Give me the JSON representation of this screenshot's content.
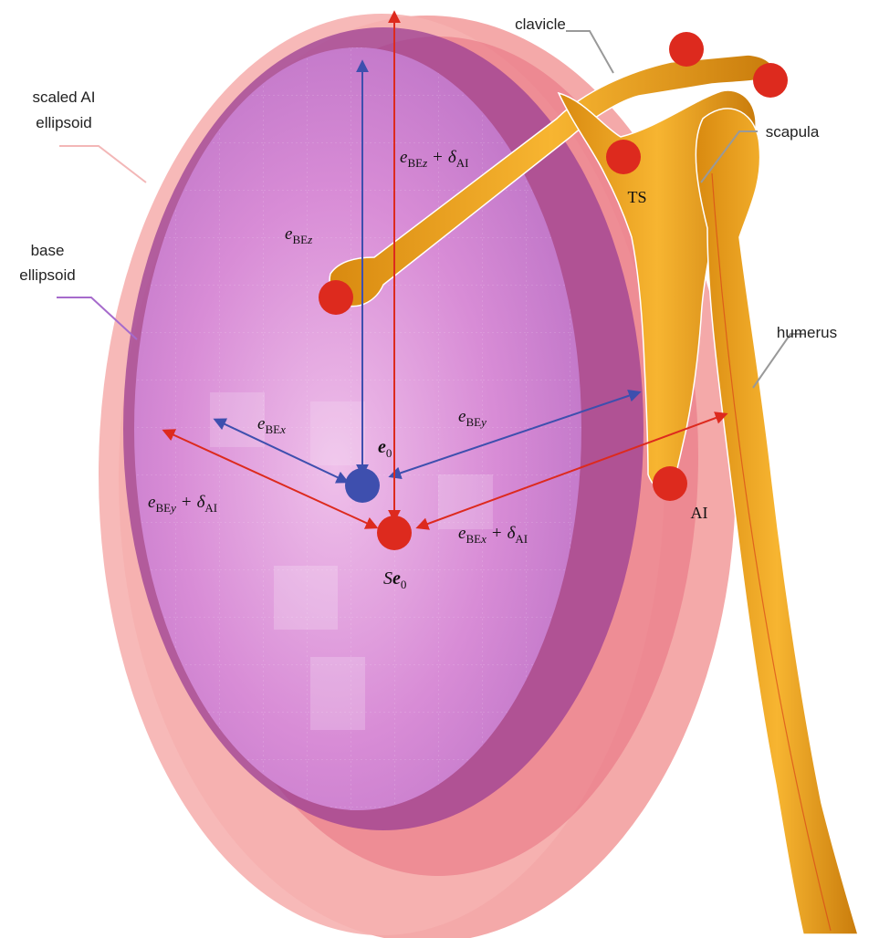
{
  "labels": {
    "clavicle": "clavicle",
    "scapula": "scapula",
    "humerus": "humerus",
    "scaled_ellipsoid": [
      "scaled AI",
      "ellipsoid"
    ],
    "base_ellipsoid": [
      "base",
      "ellipsoid"
    ],
    "ts": "TS",
    "ai": "AI"
  },
  "math": {
    "e": "e",
    "sub_be": "BE",
    "x": "x",
    "y": "y",
    "z": "z",
    "plus": "+",
    "delta": "δ",
    "sub_ai": "AI",
    "e0_e": "e",
    "e0_sub": "0",
    "se0_s": "S",
    "se0_e": "e",
    "se0_sub": "0"
  },
  "colors": {
    "scaled_ellipsoid": "#f29a9a",
    "base_ellipsoid": "#a66bcc",
    "bone": "#f0a21c",
    "landmark": "#dd2a1e",
    "blue_vector": "#3e4fae",
    "red_vector": "#dd2a1e"
  }
}
